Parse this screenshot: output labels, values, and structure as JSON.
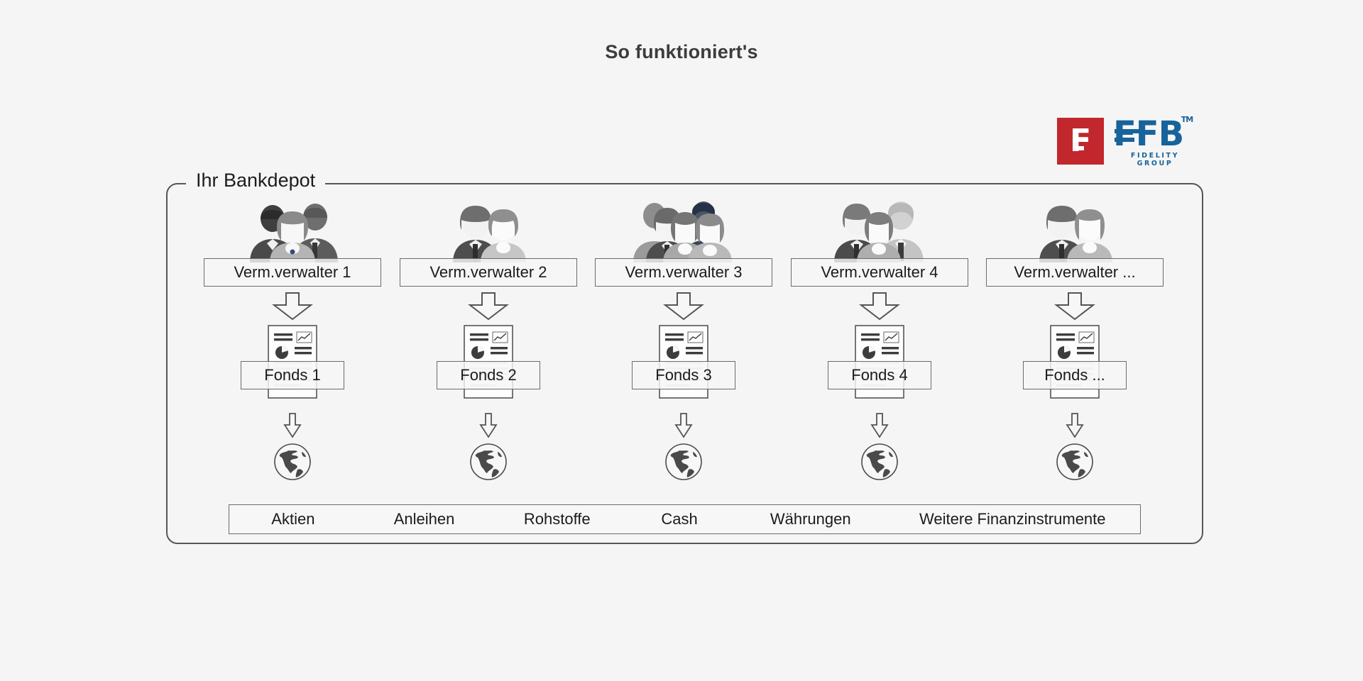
{
  "page": {
    "title": "So funktioniert's",
    "background_color": "#f5f5f5",
    "text_color": "#1b1b1b"
  },
  "logo": {
    "name": "ffb-logo",
    "mark_letter": "F",
    "wordmark": "FFB",
    "trademark": "TM",
    "tagline": "FIDELITY GROUP",
    "mark_color": "#c1272d",
    "word_color": "#17639b"
  },
  "panel": {
    "legend": "Ihr Bankdepot",
    "border_color": "#565656"
  },
  "columns": [
    {
      "people_icon": "group-of-three-people-icon",
      "manager_label": "Verm.verwalter 1",
      "arrow_big": "down-arrow-large-icon",
      "fund_icon": "fund-document-icon",
      "fund_label": "Fonds 1",
      "arrow_small": "down-arrow-small-icon",
      "globe_icon": "globe-icon"
    },
    {
      "people_icon": "group-of-two-people-icon",
      "manager_label": "Verm.verwalter 2",
      "arrow_big": "down-arrow-large-icon",
      "fund_icon": "fund-document-icon",
      "fund_label": "Fonds 2",
      "arrow_small": "down-arrow-small-icon",
      "globe_icon": "globe-icon"
    },
    {
      "people_icon": "group-of-four-people-icon",
      "manager_label": "Verm.verwalter 3",
      "arrow_big": "down-arrow-large-icon",
      "fund_icon": "fund-document-icon",
      "fund_label": "Fonds 3",
      "arrow_small": "down-arrow-small-icon",
      "globe_icon": "globe-icon"
    },
    {
      "people_icon": "group-of-three-people-icon",
      "manager_label": "Verm.verwalter 4",
      "arrow_big": "down-arrow-large-icon",
      "fund_icon": "fund-document-icon",
      "fund_label": "Fonds 4",
      "arrow_small": "down-arrow-small-icon",
      "globe_icon": "globe-icon"
    },
    {
      "people_icon": "group-of-two-people-icon",
      "manager_label": "Verm.verwalter ...",
      "arrow_big": "down-arrow-large-icon",
      "fund_icon": "fund-document-icon",
      "fund_label": "Fonds ...",
      "arrow_small": "down-arrow-small-icon",
      "globe_icon": "globe-icon"
    }
  ],
  "asset_bar": {
    "items": [
      "Aktien",
      "Anleihen",
      "Rohstoffe",
      "Cash",
      "Währungen",
      "Weitere Finanzinstrumente"
    ]
  }
}
